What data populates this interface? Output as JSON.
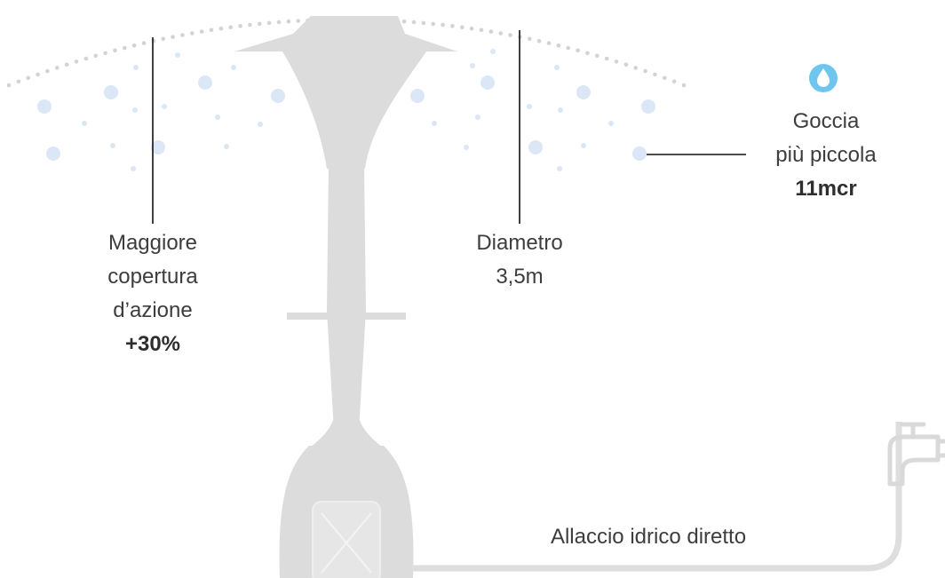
{
  "colors": {
    "device": "#dcdcdc",
    "droplet": "#dbe7f6",
    "droplet_icon": "#6ec6ef",
    "line": "#111111",
    "text": "#3d3d3d"
  },
  "icons": {
    "droplet": "water-drop-icon",
    "tap": "water-tap-icon"
  },
  "labels": {
    "coverage": {
      "line1": "Maggiore",
      "line2": "copertura",
      "line3": "d’azione",
      "value": "+30%"
    },
    "diameter": {
      "line1": "Diametro",
      "value": "3,5m"
    },
    "droplet": {
      "line1": "Goccia",
      "line2": "più piccola",
      "value": "11mcr"
    },
    "water": {
      "text": "Allaccio idrico diretto"
    }
  }
}
